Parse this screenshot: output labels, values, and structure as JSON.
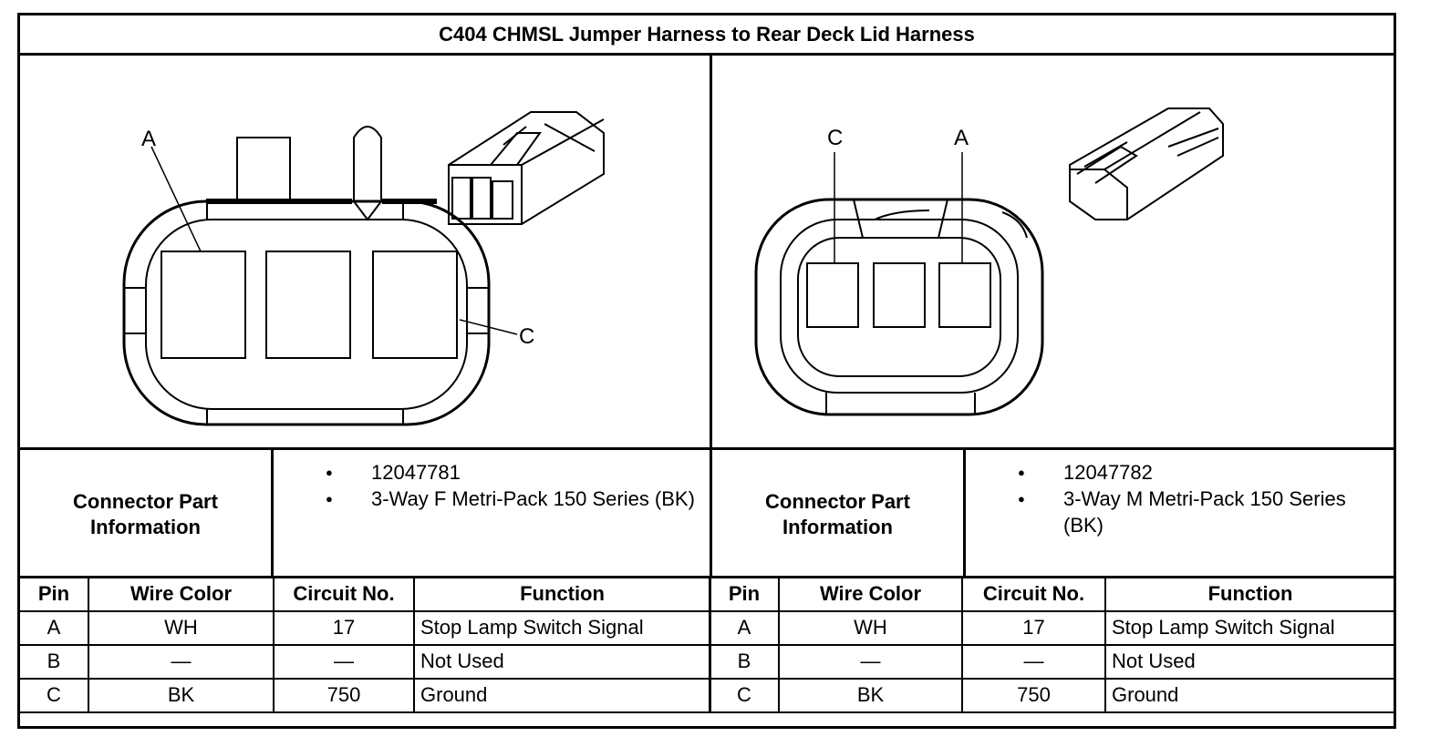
{
  "title": "C404 CHMSL Jumper Harness to Rear Deck Lid Harness",
  "left": {
    "diagram": {
      "labels": {
        "a": "A",
        "c": "C"
      }
    },
    "info_label": "Connector Part Information",
    "info_items": [
      "12047781",
      "3-Way F Metri-Pack 150 Series (BK)"
    ],
    "table": {
      "headers": [
        "Pin",
        "Wire Color",
        "Circuit No.",
        "Function"
      ],
      "rows": [
        [
          "A",
          "WH",
          "17",
          "Stop Lamp Switch Signal"
        ],
        [
          "B",
          "—",
          "—",
          "Not Used"
        ],
        [
          "C",
          "BK",
          "750",
          "Ground"
        ]
      ]
    }
  },
  "right": {
    "diagram": {
      "labels": {
        "c": "C",
        "a": "A"
      }
    },
    "info_label": "Connector Part Information",
    "info_items": [
      "12047782",
      "3-Way M Metri-Pack 150 Series (BK)"
    ],
    "table": {
      "headers": [
        "Pin",
        "Wire Color",
        "Circuit No.",
        "Function"
      ],
      "rows": [
        [
          "A",
          "WH",
          "17",
          "Stop Lamp Switch Signal"
        ],
        [
          "B",
          "—",
          "—",
          "Not Used"
        ],
        [
          "C",
          "BK",
          "750",
          "Ground"
        ]
      ]
    }
  }
}
